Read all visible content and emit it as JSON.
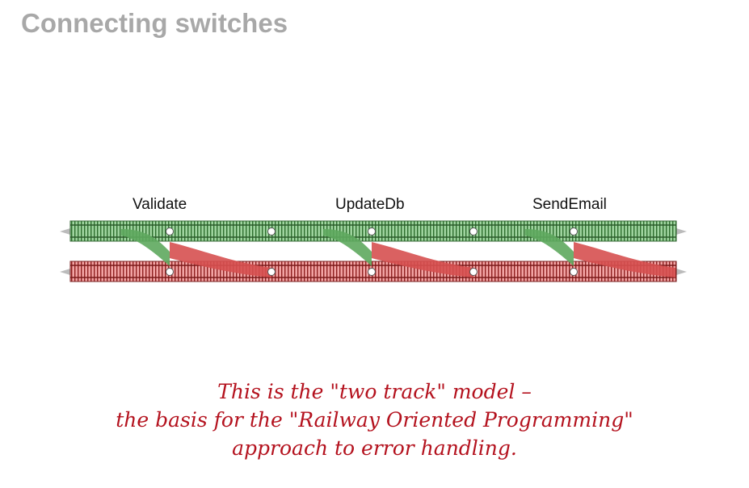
{
  "title": "Connecting switches",
  "switches": [
    {
      "label": "Validate"
    },
    {
      "label": "UpdateDb"
    },
    {
      "label": "SendEmail"
    }
  ],
  "colors": {
    "success_track": "#3f9a3f",
    "failure_track": "#cf3b3b",
    "note_text": "#b4121e",
    "title_text": "#a8a8a8"
  },
  "note": {
    "lines": [
      "This is the \"two track\" model –",
      "the basis for the \"Railway Oriented Programming\"",
      "approach to error handling."
    ]
  }
}
